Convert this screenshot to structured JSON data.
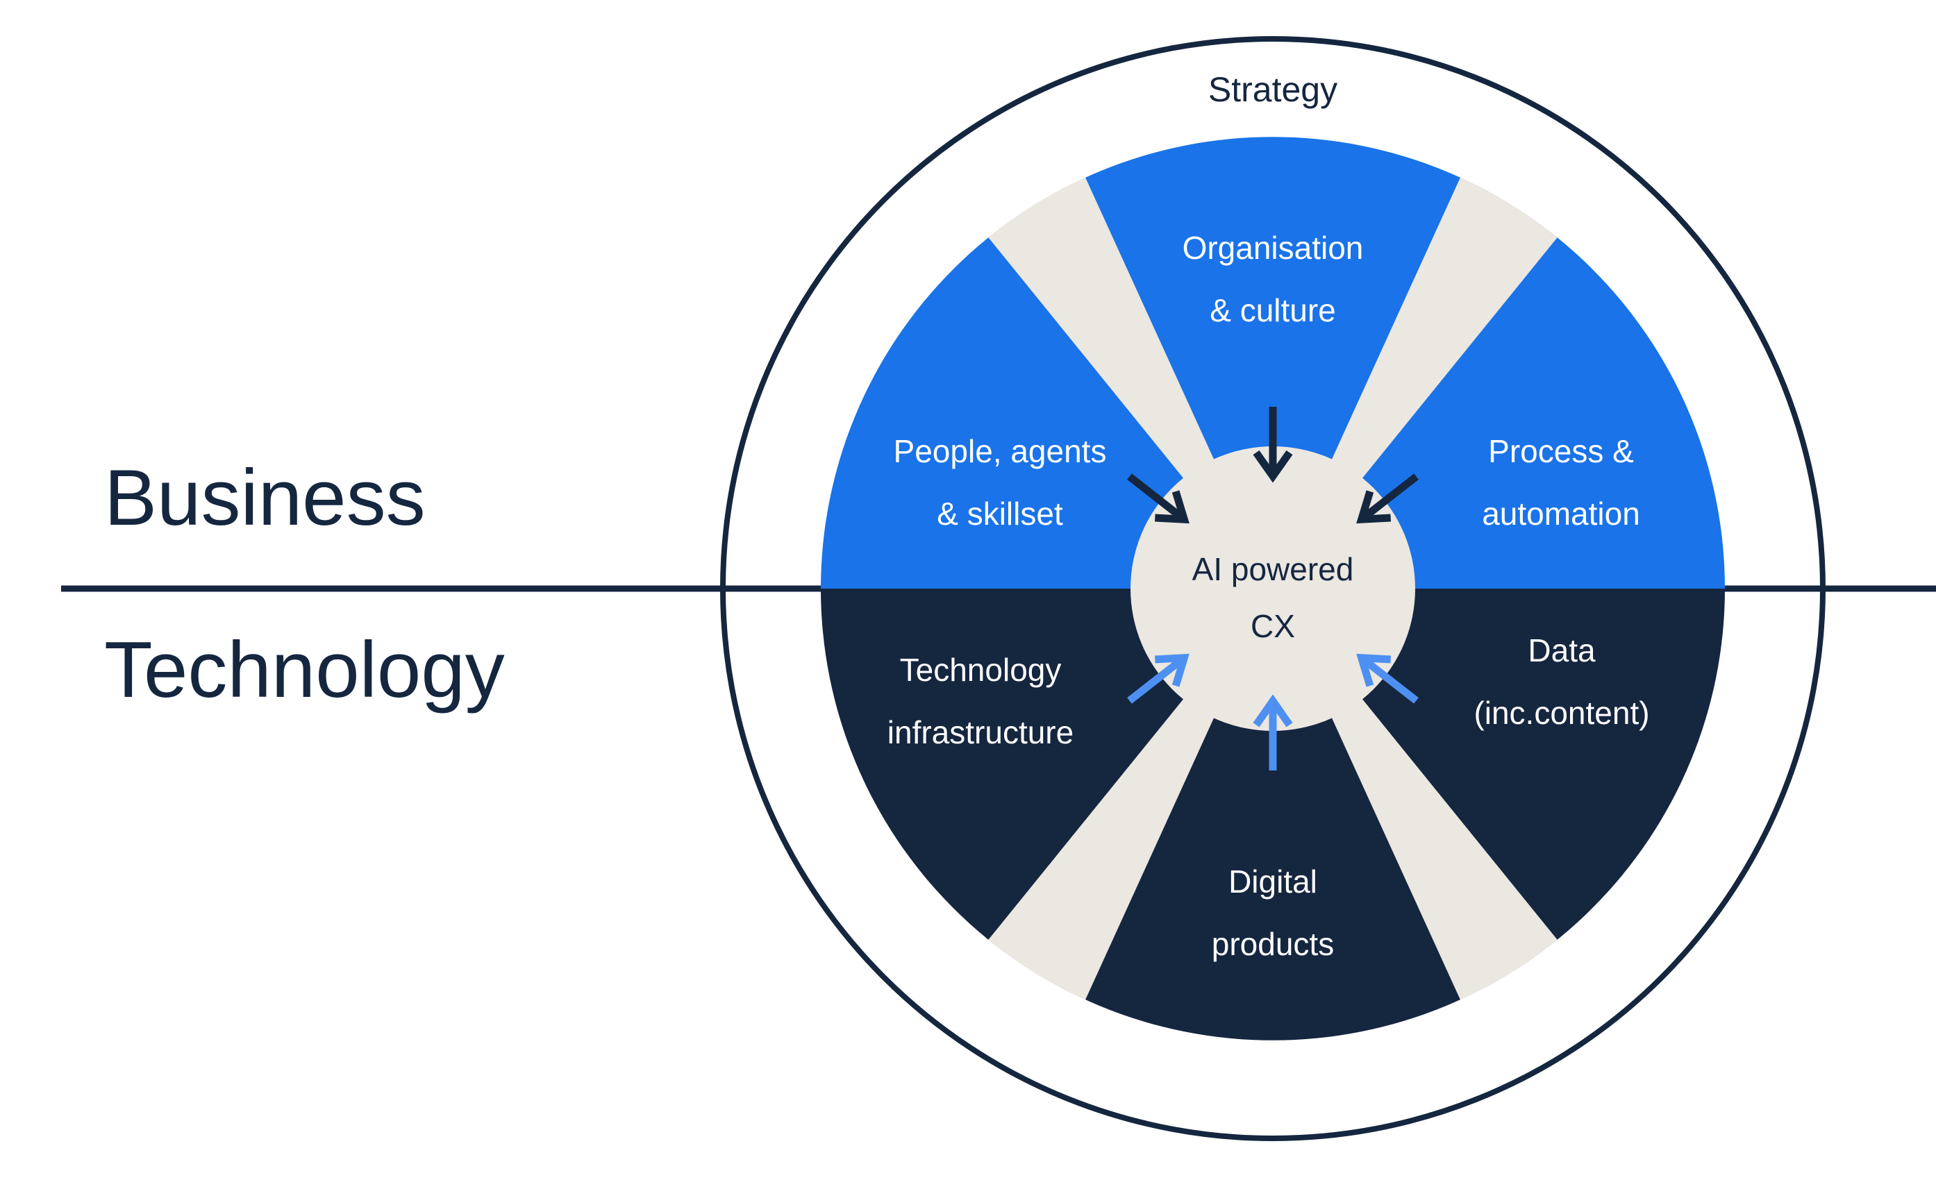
{
  "labels": {
    "ring": "Strategy",
    "axis_top": "Business",
    "axis_bottom": "Technology"
  },
  "center": {
    "line1": "AI powered",
    "line2": "CX"
  },
  "segments": [
    {
      "id": "organisation-culture",
      "line1": "Organisation",
      "line2": "& culture",
      "half": "business"
    },
    {
      "id": "people-agents-skillset",
      "line1": "People, agents",
      "line2": "& skillset",
      "half": "business"
    },
    {
      "id": "process-automation",
      "line1": "Process &",
      "line2": "automation",
      "half": "business"
    },
    {
      "id": "technology-infrastructure",
      "line1": "Technology",
      "line2": "infrastructure",
      "half": "technology"
    },
    {
      "id": "data-inc-content",
      "line1": "Data",
      "line2": "(inc.content)",
      "half": "technology"
    },
    {
      "id": "digital-products",
      "line1": "Digital",
      "line2": "products",
      "half": "technology"
    }
  ],
  "arrows": {
    "direction": "inward-to-center",
    "business_arrow_color": "#15263F",
    "technology_arrow_color": "#4D90F2"
  },
  "colors": {
    "business_blue": "#1A73E8",
    "technology_navy": "#15263F",
    "outline_navy": "#15263F",
    "beige": "#EBE7E1",
    "arrow_blue": "#4D90F2",
    "text_white": "#FFFFFF",
    "background": "#FFFFFF"
  }
}
